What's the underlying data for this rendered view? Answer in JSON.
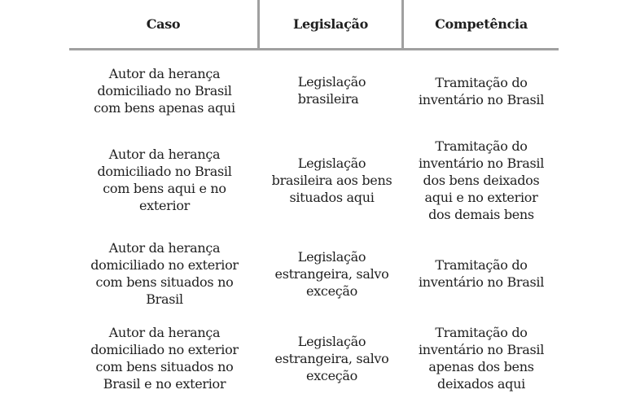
{
  "table": {
    "headers": [
      "Caso",
      "Legislação",
      "Competência"
    ],
    "rows": [
      {
        "caso": "Autor da herança\ndomiciliado no Brasil\ncom bens apenas aqui",
        "legislacao": "Legislação\nbrasileira",
        "competencia": "Tramitação do\ninventário no Brasil"
      },
      {
        "caso": "Autor da herança\ndomiciliado no Brasil\ncom bens aqui e no\nexterior",
        "legislacao": "Legislação\nbrasileira aos bens\nsituados aqui",
        "competencia": "Tramitação do\ninventário no Brasil\ndos bens deixados\naqui e no exterior\ndos demais bens"
      },
      {
        "caso": "Autor da herança\ndomiciliado no exterior\ncom bens situados no\nBrasil",
        "legislacao": "Legislação\nestrangeira, salvo\nexceção",
        "competencia": "Tramitação do\ninventário no Brasil"
      },
      {
        "caso": "Autor da herança\ndomiciliado no exterior\ncom bens situados no\nBrasil e no exterior",
        "legislacao": "Legislação\nestrangeira, salvo\nexceção",
        "competencia": "Tramitação do\ninventário no Brasil\napenas dos bens\ndeixados aqui"
      }
    ]
  },
  "colors": {
    "border": "#a0a0a0",
    "text": "#1f1f1f",
    "background": "#ffffff"
  }
}
